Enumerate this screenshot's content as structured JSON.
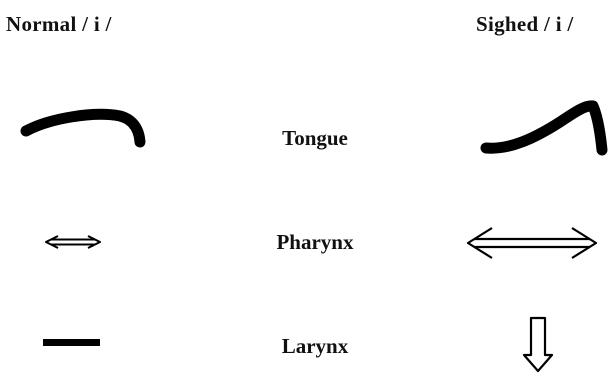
{
  "headers": {
    "normal": "Normal  / i /",
    "sighed": "Sighed  / i /"
  },
  "rows": [
    {
      "label": "Tongue",
      "normal_icon": "tongue-shape-flat-icon",
      "sighed_icon": "tongue-shape-raised-icon"
    },
    {
      "label": "Pharynx",
      "normal_icon": "short-double-arrow-icon",
      "sighed_icon": "wide-double-arrow-icon"
    },
    {
      "label": "Larynx",
      "normal_icon": "horizontal-bar-icon",
      "sighed_icon": "down-arrow-icon"
    }
  ]
}
